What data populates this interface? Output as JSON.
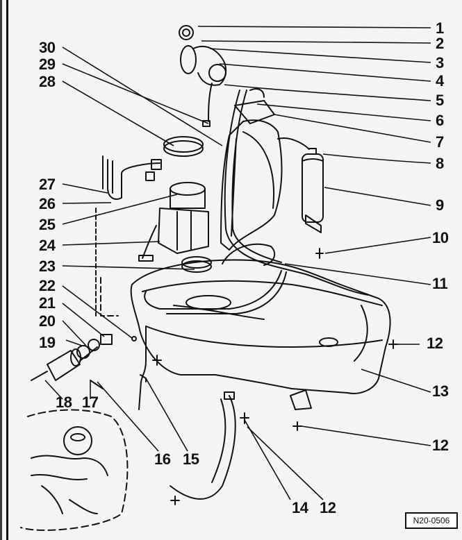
{
  "callouts": {
    "c1": "1",
    "c2": "2",
    "c3": "3",
    "c4": "4",
    "c5": "5",
    "c6": "6",
    "c7": "7",
    "c8": "8",
    "c9": "9",
    "c10": "10",
    "c11": "11",
    "c12a": "12",
    "c12b": "12",
    "c12c": "12",
    "c13": "13",
    "c14": "14",
    "c15": "15",
    "c16": "16",
    "c17": "17",
    "c18": "18",
    "c19": "19",
    "c20": "20",
    "c21": "21",
    "c22": "22",
    "c23": "23",
    "c24": "24",
    "c25": "25",
    "c26": "26",
    "c27": "27",
    "c28": "28",
    "c29": "29",
    "c30": "30"
  },
  "reference_code": "N20-0506"
}
